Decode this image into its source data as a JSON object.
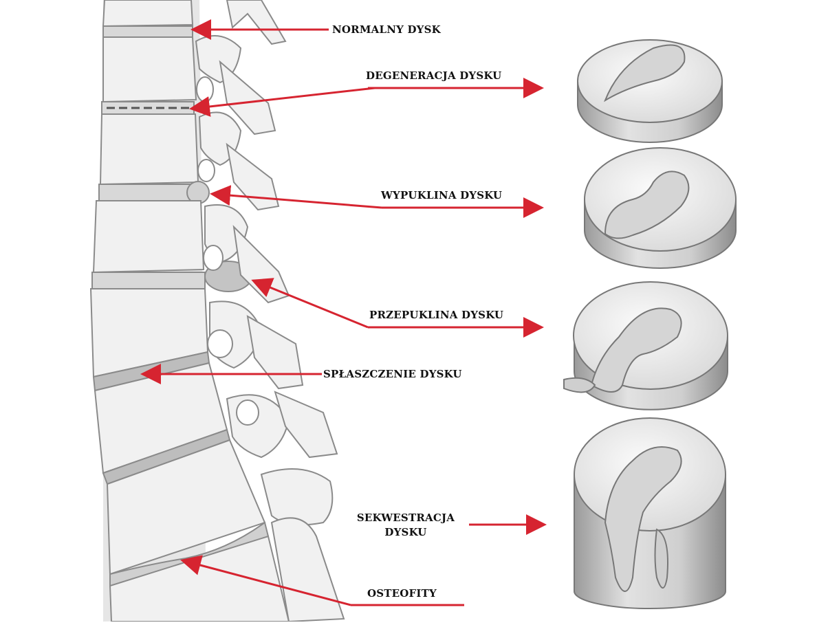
{
  "colors": {
    "arrow": "#d62430",
    "bone_fill": "#f1f1f1",
    "bone_stroke": "#8a8a8a",
    "bone_shade": "#c9c9c9",
    "nucleus_fill": "#d5d5d5",
    "label": "#111111"
  },
  "labels": {
    "normalny": "NORMALNY DYSK",
    "degeneracja": "DEGENERACJA DYSKU",
    "wypuklina": "WYPUKLINA DYSKU",
    "przepuklina": "PRZEPUKLINA DYSKU",
    "splaszczenie": "SPŁASZCZENIE DYSKU",
    "sekwestracja_line1": "SEKWESTRACJA",
    "sekwestracja_line2": "DYSKU",
    "osteofity": "OSTEOFITY"
  }
}
